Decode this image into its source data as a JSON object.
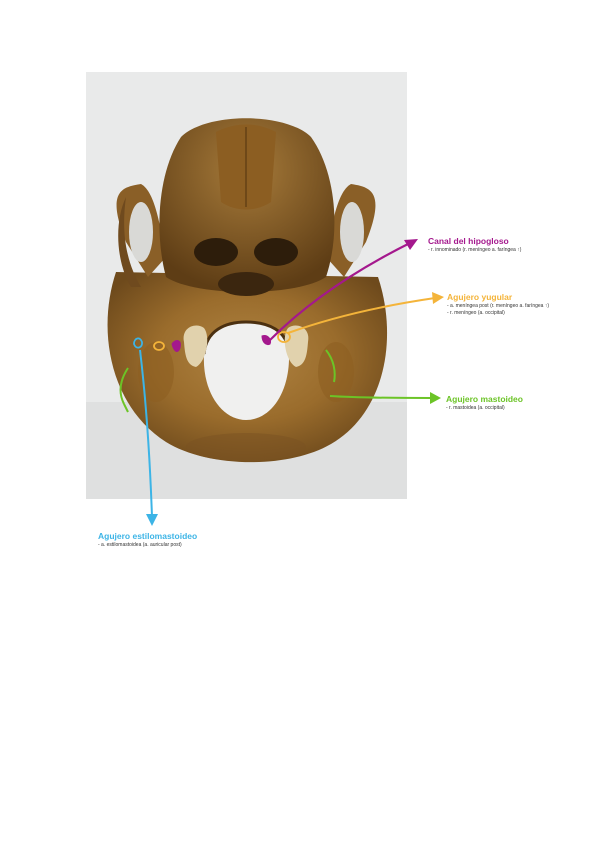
{
  "colors": {
    "hipogloso": "#a4188d",
    "yugular": "#f4b43a",
    "mastoideo": "#6cc427",
    "estilomastoideo": "#3cb4e6",
    "text": "#333333"
  },
  "photo_icon": "skull-base-photo",
  "annotations": {
    "hipogloso": {
      "title": "Canal del hipogloso",
      "lines": [
        "- r. innominado (r. meníngeo a. faríngea ↑)"
      ]
    },
    "yugular": {
      "title": "Agujero yugular",
      "lines": [
        "- a. meníngea post (r. meníngeo a. faríngea ↑)",
        "- r. meníngeo (a. occipital)"
      ]
    },
    "mastoideo": {
      "title": "Agujero mastoideo",
      "lines": [
        "- r. mastoidea (a. occipital)"
      ]
    },
    "estilomastoideo": {
      "title": "Agujero estilomastoideo",
      "lines": [
        "- a. estilomastoidea (a. auricular post)"
      ]
    }
  }
}
